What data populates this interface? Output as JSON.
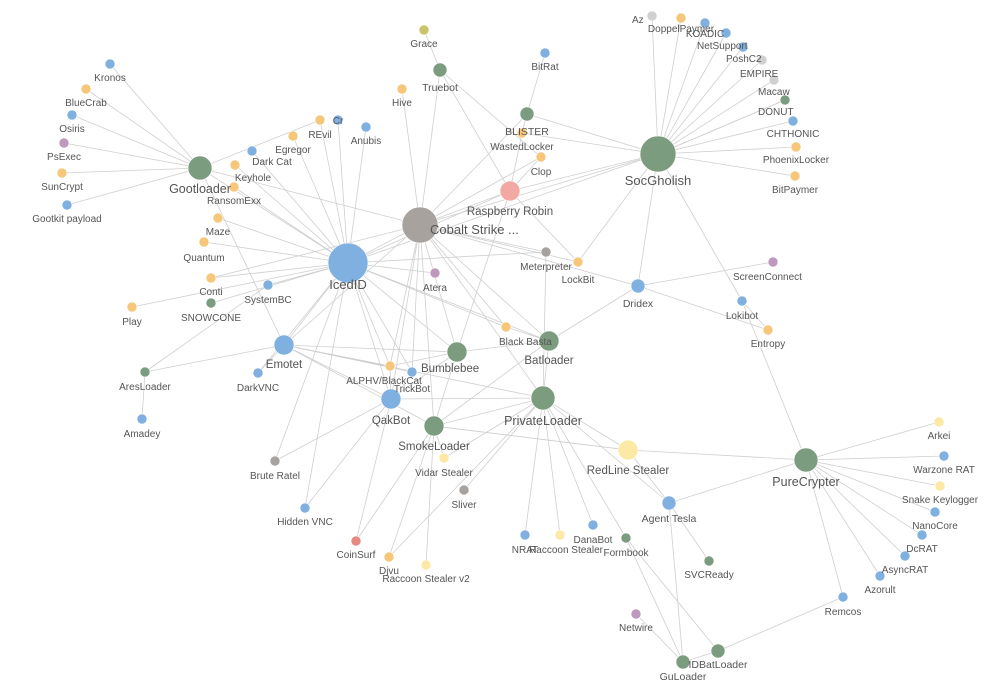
{
  "palette": {
    "gray": "#a8a29f",
    "green": "#7c9c7f",
    "blue": "#7fb0df",
    "yellow": "#f6c77a",
    "pink": "#f3a9a3",
    "purple": "#be98bd",
    "lightyellow": "#fde9a6",
    "olive": "#c9c46a",
    "silver": "#d0d0d0",
    "red": "#e58a7f",
    "edge": "#cfcfcf",
    "label": "#555555"
  },
  "nodes": [
    {
      "id": "cobalt",
      "label": "Cobalt Strike ...",
      "color": "gray",
      "size": "xl"
    },
    {
      "id": "icedid",
      "label": "IcedID",
      "color": "blue",
      "size": "xxl"
    },
    {
      "id": "socgholish",
      "label": "SocGholish",
      "color": "green",
      "size": "xl"
    },
    {
      "id": "gootloader",
      "label": "Gootloader",
      "color": "green",
      "size": "l"
    },
    {
      "id": "raspberry",
      "label": "Raspberry Robin",
      "color": "pink",
      "size": "m"
    },
    {
      "id": "emotet",
      "label": "Emotet",
      "color": "blue",
      "size": "m"
    },
    {
      "id": "qakbot",
      "label": "QakBot",
      "color": "blue",
      "size": "m"
    },
    {
      "id": "bumblebee",
      "label": "Bumblebee",
      "color": "green",
      "size": "m"
    },
    {
      "id": "batloader",
      "label": "Batloader",
      "color": "green",
      "size": "m"
    },
    {
      "id": "privateloader",
      "label": "PrivateLoader",
      "color": "green",
      "size": "l"
    },
    {
      "id": "smokeloader",
      "label": "SmokeLoader",
      "color": "green",
      "size": "m"
    },
    {
      "id": "redline",
      "label": "RedLine Stealer",
      "color": "lightyellow",
      "size": "m"
    },
    {
      "id": "purecrypter",
      "label": "PureCrypter",
      "color": "green",
      "size": "l"
    },
    {
      "id": "dridex",
      "label": "Dridex",
      "color": "blue",
      "size": "s"
    },
    {
      "id": "lokibot",
      "label": "Lokibot",
      "color": "blue",
      "size": "xs"
    },
    {
      "id": "entropy",
      "label": "Entropy",
      "color": "yellow",
      "size": "xs"
    },
    {
      "id": "screenconnect",
      "label": "ScreenConnect",
      "color": "purple",
      "size": "xs"
    },
    {
      "id": "meterpreter",
      "label": "Meterpreter",
      "color": "gray",
      "size": "xs"
    },
    {
      "id": "lockbit",
      "label": "LockBit",
      "color": "yellow",
      "size": "xs"
    },
    {
      "id": "clop",
      "label": "Clop",
      "color": "yellow",
      "size": "xs"
    },
    {
      "id": "wastedlocker",
      "label": "WastedLocker",
      "color": "yellow",
      "size": "xs"
    },
    {
      "id": "blister",
      "label": "BLISTER",
      "color": "green",
      "size": "s"
    },
    {
      "id": "bitrat",
      "label": "BitRat",
      "color": "blue",
      "size": "xs"
    },
    {
      "id": "truebot",
      "label": "Truebot",
      "color": "green",
      "size": "s"
    },
    {
      "id": "grace",
      "label": "Grace",
      "color": "olive",
      "size": "xs"
    },
    {
      "id": "hive",
      "label": "Hive",
      "color": "yellow",
      "size": "xs"
    },
    {
      "id": "revil",
      "label": "REvil",
      "color": "yellow",
      "size": "xs"
    },
    {
      "id": "crypton",
      "label": "Cr",
      "color": "blue",
      "size": "xs"
    },
    {
      "id": "anubis",
      "label": "Anubis",
      "color": "blue",
      "size": "xs"
    },
    {
      "id": "egregor",
      "label": "Egregor",
      "color": "yellow",
      "size": "xs"
    },
    {
      "id": "darkcat",
      "label": "Dark Cat",
      "color": "blue",
      "size": "xs"
    },
    {
      "id": "keyhole",
      "label": "Keyhole",
      "color": "yellow",
      "size": "xs"
    },
    {
      "id": "ransomexx",
      "label": "RansomExx",
      "color": "yellow",
      "size": "xs"
    },
    {
      "id": "maze",
      "label": "Maze",
      "color": "yellow",
      "size": "xs"
    },
    {
      "id": "quantum",
      "label": "Quantum",
      "color": "yellow",
      "size": "xs"
    },
    {
      "id": "conti",
      "label": "Conti",
      "color": "yellow",
      "size": "xs"
    },
    {
      "id": "systembc",
      "label": "SystemBC",
      "color": "blue",
      "size": "xs"
    },
    {
      "id": "snowcone",
      "label": "SNOWCONE",
      "color": "green",
      "size": "xs"
    },
    {
      "id": "play",
      "label": "Play",
      "color": "yellow",
      "size": "xs"
    },
    {
      "id": "atera",
      "label": "Atera",
      "color": "purple",
      "size": "xs"
    },
    {
      "id": "blackbasta",
      "label": "Black Basta",
      "color": "yellow",
      "size": "xs"
    },
    {
      "id": "alphv",
      "label": "ALPHV/BlackCat",
      "color": "yellow",
      "size": "xs"
    },
    {
      "id": "trickbot",
      "label": "TrickBot",
      "color": "blue",
      "size": "xs"
    },
    {
      "id": "aresloader",
      "label": "AresLoader",
      "color": "green",
      "size": "xs"
    },
    {
      "id": "amadey",
      "label": "Amadey",
      "color": "blue",
      "size": "xs"
    },
    {
      "id": "darkvnc",
      "label": "DarkVNC",
      "color": "blue",
      "size": "xs"
    },
    {
      "id": "bruteratel",
      "label": "Brute Ratel",
      "color": "gray",
      "size": "xs"
    },
    {
      "id": "hiddenvnc",
      "label": "Hidden VNC",
      "color": "blue",
      "size": "xs"
    },
    {
      "id": "coinsurf",
      "label": "CoinSurf",
      "color": "red",
      "size": "xs"
    },
    {
      "id": "djvu",
      "label": "Djvu",
      "color": "yellow",
      "size": "xs"
    },
    {
      "id": "raccoon2",
      "label": "Raccoon Stealer v2",
      "color": "lightyellow",
      "size": "xs"
    },
    {
      "id": "vidar",
      "label": "Vidar Stealer",
      "color": "lightyellow",
      "size": "xs"
    },
    {
      "id": "sliver",
      "label": "Sliver",
      "color": "gray",
      "size": "xs"
    },
    {
      "id": "nrat",
      "label": "NRAT",
      "color": "blue",
      "size": "xs"
    },
    {
      "id": "raccoon",
      "label": "Raccoon Stealer",
      "color": "lightyellow",
      "size": "xs"
    },
    {
      "id": "danabot",
      "label": "DanaBot",
      "color": "blue",
      "size": "xs"
    },
    {
      "id": "formbook",
      "label": "Formbook",
      "color": "green",
      "size": "xs"
    },
    {
      "id": "agenttesla",
      "label": "Agent Tesla",
      "color": "blue",
      "size": "s"
    },
    {
      "id": "svcready",
      "label": "SVCReady",
      "color": "green",
      "size": "xs"
    },
    {
      "id": "netwire",
      "label": "Netwire",
      "color": "purple",
      "size": "xs"
    },
    {
      "id": "guloader",
      "label": "GuLoader",
      "color": "green",
      "size": "s"
    },
    {
      "id": "idbatloader",
      "label": "IDBatLoader",
      "color": "green",
      "size": "s"
    },
    {
      "id": "remcos",
      "label": "Remcos",
      "color": "blue",
      "size": "xs"
    },
    {
      "id": "azorult",
      "label": "Azorult",
      "color": "blue",
      "size": "xs"
    },
    {
      "id": "asyncrat",
      "label": "AsyncRAT",
      "color": "blue",
      "size": "xs"
    },
    {
      "id": "dcrat",
      "label": "DcRAT",
      "color": "blue",
      "size": "xs"
    },
    {
      "id": "nanocore",
      "label": "NanoCore",
      "color": "blue",
      "size": "xs"
    },
    {
      "id": "snakekeylogger",
      "label": "Snake Keylogger",
      "color": "lightyellow",
      "size": "xs"
    },
    {
      "id": "warzonerat",
      "label": "Warzone RAT",
      "color": "blue",
      "size": "xs"
    },
    {
      "id": "arkei",
      "label": "Arkei",
      "color": "lightyellow",
      "size": "xs"
    },
    {
      "id": "kronos",
      "label": "Kronos",
      "color": "blue",
      "size": "xs"
    },
    {
      "id": "bluecrab",
      "label": "BlueCrab",
      "color": "yellow",
      "size": "xs"
    },
    {
      "id": "osiris",
      "label": "Osiris",
      "color": "blue",
      "size": "xs"
    },
    {
      "id": "psexec",
      "label": "PsExec",
      "color": "purple",
      "size": "xs"
    },
    {
      "id": "suncrypt",
      "label": "SunCrypt",
      "color": "yellow",
      "size": "xs"
    },
    {
      "id": "gootkit",
      "label": "Gootkit payload",
      "color": "blue",
      "size": "xs"
    },
    {
      "id": "azorult2",
      "label": "Az",
      "color": "silver",
      "size": "xs"
    },
    {
      "id": "doppelpaymer",
      "label": "DoppelPaymer",
      "color": "yellow",
      "size": "xs"
    },
    {
      "id": "koadic",
      "label": "KOADIC",
      "color": "blue",
      "size": "xs"
    },
    {
      "id": "koadic2",
      "label": "",
      "color": "blue",
      "size": "xs"
    },
    {
      "id": "netsupport",
      "label": "NetSupport",
      "color": "blue",
      "size": "xs"
    },
    {
      "id": "poshc2",
      "label": "PoshC2",
      "color": "silver",
      "size": "xs"
    },
    {
      "id": "empire",
      "label": "EMPIRE",
      "color": "silver",
      "size": "xs"
    },
    {
      "id": "macaw",
      "label": "Macaw",
      "color": "yellow",
      "size": "xs"
    },
    {
      "id": "donut",
      "label": "DONUT",
      "color": "green",
      "size": "xs"
    },
    {
      "id": "chthonic",
      "label": "CHTHONIC",
      "color": "blue",
      "size": "xs"
    },
    {
      "id": "phoenixlocker",
      "label": "PhoenixLocker",
      "color": "yellow",
      "size": "xs"
    },
    {
      "id": "bitpaymer",
      "label": "BitPaymer",
      "color": "yellow",
      "size": "xs"
    }
  ],
  "edges": [
    [
      "icedid",
      "cobalt"
    ],
    [
      "icedid",
      "gootloader"
    ],
    [
      "icedid",
      "egregor"
    ],
    [
      "icedid",
      "darkcat"
    ],
    [
      "icedid",
      "keyhole"
    ],
    [
      "icedid",
      "revil"
    ],
    [
      "icedid",
      "crypton"
    ],
    [
      "icedid",
      "anubis"
    ],
    [
      "icedid",
      "ransomexx"
    ],
    [
      "icedid",
      "maze"
    ],
    [
      "icedid",
      "quantum"
    ],
    [
      "icedid",
      "conti"
    ],
    [
      "icedid",
      "systembc"
    ],
    [
      "icedid",
      "snowcone"
    ],
    [
      "icedid",
      "play"
    ],
    [
      "icedid",
      "atera"
    ],
    [
      "icedid",
      "blackbasta"
    ],
    [
      "icedid",
      "alphv"
    ],
    [
      "icedid",
      "trickbot"
    ],
    [
      "icedid",
      "bumblebee"
    ],
    [
      "icedid",
      "qakbot"
    ],
    [
      "icedid",
      "emotet"
    ],
    [
      "icedid",
      "raspberry"
    ],
    [
      "icedid",
      "socgholish"
    ],
    [
      "icedid",
      "meterpreter"
    ],
    [
      "icedid",
      "darkvnc"
    ],
    [
      "icedid",
      "hiddenvnc"
    ],
    [
      "icedid",
      "bruteratel"
    ],
    [
      "icedid",
      "batloader"
    ],
    [
      "cobalt",
      "gootloader"
    ],
    [
      "cobalt",
      "socgholish"
    ],
    [
      "cobalt",
      "truebot"
    ],
    [
      "cobalt",
      "hive"
    ],
    [
      "cobalt",
      "blister"
    ],
    [
      "cobalt",
      "clop"
    ],
    [
      "cobalt",
      "lockbit"
    ],
    [
      "cobalt",
      "meterpreter"
    ],
    [
      "cobalt",
      "raspberry"
    ],
    [
      "cobalt",
      "emotet"
    ],
    [
      "cobalt",
      "qakbot"
    ],
    [
      "cobalt",
      "bumblebee"
    ],
    [
      "cobalt",
      "batloader"
    ],
    [
      "cobalt",
      "smokeloader"
    ],
    [
      "cobalt",
      "dridex"
    ],
    [
      "cobalt",
      "alphv"
    ],
    [
      "cobalt",
      "trickbot"
    ],
    [
      "cobalt",
      "blackbasta"
    ],
    [
      "cobalt",
      "privateloader"
    ],
    [
      "cobalt",
      "conti"
    ],
    [
      "truebot",
      "grace"
    ],
    [
      "truebot",
      "raspberry"
    ],
    [
      "truebot",
      "clop"
    ],
    [
      "raspberry",
      "socgholish"
    ],
    [
      "raspberry",
      "lockbit"
    ],
    [
      "raspberry",
      "clop"
    ],
    [
      "raspberry",
      "bumblebee"
    ],
    [
      "raspberry",
      "wastedlocker"
    ],
    [
      "blister",
      "socgholish"
    ],
    [
      "blister",
      "bitrat"
    ],
    [
      "blister",
      "wastedlocker"
    ],
    [
      "socgholish",
      "azorult2"
    ],
    [
      "socgholish",
      "doppelpaymer"
    ],
    [
      "socgholish",
      "koadic"
    ],
    [
      "socgholish",
      "koadic2"
    ],
    [
      "socgholish",
      "netsupport"
    ],
    [
      "socgholish",
      "poshc2"
    ],
    [
      "socgholish",
      "empire"
    ],
    [
      "socgholish",
      "macaw"
    ],
    [
      "socgholish",
      "donut"
    ],
    [
      "socgholish",
      "chthonic"
    ],
    [
      "socgholish",
      "phoenixlocker"
    ],
    [
      "socgholish",
      "bitpaymer"
    ],
    [
      "socgholish",
      "dridex"
    ],
    [
      "socgholish",
      "lockbit"
    ],
    [
      "socgholish",
      "wastedlocker"
    ],
    [
      "socgholish",
      "lokibot"
    ],
    [
      "gootloader",
      "kronos"
    ],
    [
      "gootloader",
      "bluecrab"
    ],
    [
      "gootloader",
      "osiris"
    ],
    [
      "gootloader",
      "psexec"
    ],
    [
      "gootloader",
      "suncrypt"
    ],
    [
      "gootloader",
      "gootkit"
    ],
    [
      "gootloader",
      "revil"
    ],
    [
      "gootloader",
      "emotet"
    ],
    [
      "dridex",
      "screenconnect"
    ],
    [
      "dridex",
      "entropy"
    ],
    [
      "dridex",
      "batloader"
    ],
    [
      "lokibot",
      "entropy"
    ],
    [
      "lokibot",
      "purecrypter"
    ],
    [
      "emotet",
      "qakbot"
    ],
    [
      "emotet",
      "trickbot"
    ],
    [
      "emotet",
      "darkvnc"
    ],
    [
      "emotet",
      "aresloader"
    ],
    [
      "emotet",
      "privateloader"
    ],
    [
      "emotet",
      "bumblebee"
    ],
    [
      "emotet",
      "smokeloader"
    ],
    [
      "emotet",
      "alphv"
    ],
    [
      "aresloader",
      "amadey"
    ],
    [
      "aresloader",
      "systembc"
    ],
    [
      "qakbot",
      "bruteratel"
    ],
    [
      "qakbot",
      "hiddenvnc"
    ],
    [
      "qakbot",
      "coinsurf"
    ],
    [
      "qakbot",
      "privateloader"
    ],
    [
      "qakbot",
      "alphv"
    ],
    [
      "bumblebee",
      "batloader"
    ],
    [
      "bumblebee",
      "qakbot"
    ],
    [
      "bumblebee",
      "alphv"
    ],
    [
      "bumblebee",
      "smokeloader"
    ],
    [
      "batloader",
      "blackbasta"
    ],
    [
      "batloader",
      "privateloader"
    ],
    [
      "batloader",
      "smokeloader"
    ],
    [
      "privateloader",
      "redline"
    ],
    [
      "privateloader",
      "smokeloader"
    ],
    [
      "privateloader",
      "vidar"
    ],
    [
      "privateloader",
      "nrat"
    ],
    [
      "privateloader",
      "raccoon"
    ],
    [
      "privateloader",
      "danabot"
    ],
    [
      "privateloader",
      "formbook"
    ],
    [
      "privateloader",
      "agenttesla"
    ],
    [
      "privateloader",
      "sliver"
    ],
    [
      "privateloader",
      "djvu"
    ],
    [
      "privateloader",
      "meterpreter"
    ],
    [
      "smokeloader",
      "vidar"
    ],
    [
      "smokeloader",
      "raccoon2"
    ],
    [
      "smokeloader",
      "djvu"
    ],
    [
      "smokeloader",
      "coinsurf"
    ],
    [
      "smokeloader",
      "redline"
    ],
    [
      "purecrypter",
      "redline"
    ],
    [
      "purecrypter",
      "agenttesla"
    ],
    [
      "purecrypter",
      "arkei"
    ],
    [
      "purecrypter",
      "warzonerat"
    ],
    [
      "purecrypter",
      "snakekeylogger"
    ],
    [
      "purecrypter",
      "nanocore"
    ],
    [
      "purecrypter",
      "dcrat"
    ],
    [
      "purecrypter",
      "asyncrat"
    ],
    [
      "purecrypter",
      "azorult"
    ],
    [
      "purecrypter",
      "remcos"
    ],
    [
      "agenttesla",
      "svcready"
    ],
    [
      "agenttesla",
      "guloader"
    ],
    [
      "formbook",
      "guloader"
    ],
    [
      "formbook",
      "idbatloader"
    ],
    [
      "guloader",
      "netwire"
    ],
    [
      "idbatloader",
      "remcos"
    ],
    [
      "idbatloader",
      "guloader"
    ],
    [
      "redline",
      "agenttesla"
    ],
    [
      "redline",
      "smokeloader"
    ]
  ]
}
